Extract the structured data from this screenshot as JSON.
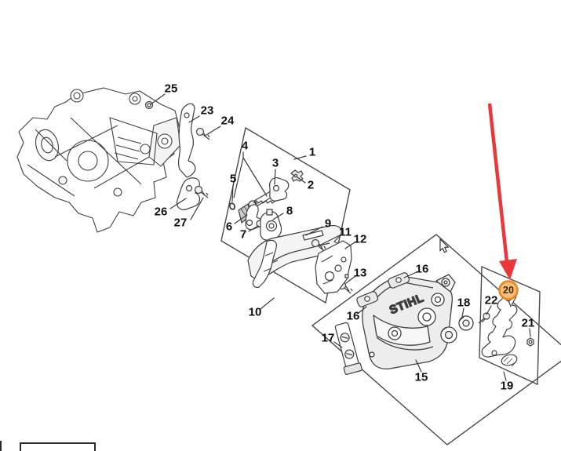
{
  "diagram": {
    "type": "exploded-parts-diagram",
    "brand_text": "STIHL",
    "callouts": {
      "c1": {
        "label": "1"
      },
      "c2": {
        "label": "2"
      },
      "c3": {
        "label": "3"
      },
      "c4": {
        "label": "4"
      },
      "c5": {
        "label": "5"
      },
      "c6": {
        "label": "6"
      },
      "c7": {
        "label": "7"
      },
      "c8": {
        "label": "8"
      },
      "c9": {
        "label": "9"
      },
      "c10": {
        "label": "10"
      },
      "c11": {
        "label": "11"
      },
      "c12": {
        "label": "12"
      },
      "c13": {
        "label": "13"
      },
      "c15": {
        "label": "15"
      },
      "c16a": {
        "label": "16"
      },
      "c16b": {
        "label": "16"
      },
      "c17": {
        "label": "17"
      },
      "c18": {
        "label": "18"
      },
      "c19": {
        "label": "19"
      },
      "c20": {
        "label": "20"
      },
      "c21": {
        "label": "21"
      },
      "c22": {
        "label": "22"
      },
      "c23": {
        "label": "23"
      },
      "c24": {
        "label": "24"
      },
      "c25": {
        "label": "25"
      },
      "c26": {
        "label": "26"
      },
      "c27": {
        "label": "27"
      }
    },
    "highlight": {
      "part_label": "20",
      "circle_fill": "#f8bc72",
      "circle_stroke": "#e8861c",
      "arrow_color": "#e8383b"
    },
    "line_color": "#3f3f3f",
    "label_color": "#111111",
    "background": "#ffffff"
  }
}
